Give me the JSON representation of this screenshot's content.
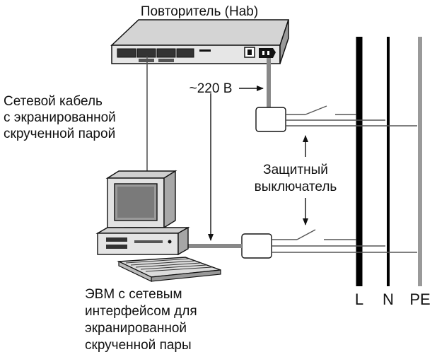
{
  "diagram": {
    "hub_label": "Повторитель (Hab)",
    "voltage_label": "~220 В",
    "cable_label": [
      "Сетевой кабель",
      "с экранированной",
      "скрученной парой"
    ],
    "breaker_label": [
      "Защитный",
      "выключатель"
    ],
    "pc_label": [
      "ЭВМ с сетевым",
      "интерфейсом для",
      "экранированной",
      "скрученной пары"
    ],
    "bus_labels": {
      "L": "L",
      "N": "N",
      "PE": "PE"
    }
  }
}
